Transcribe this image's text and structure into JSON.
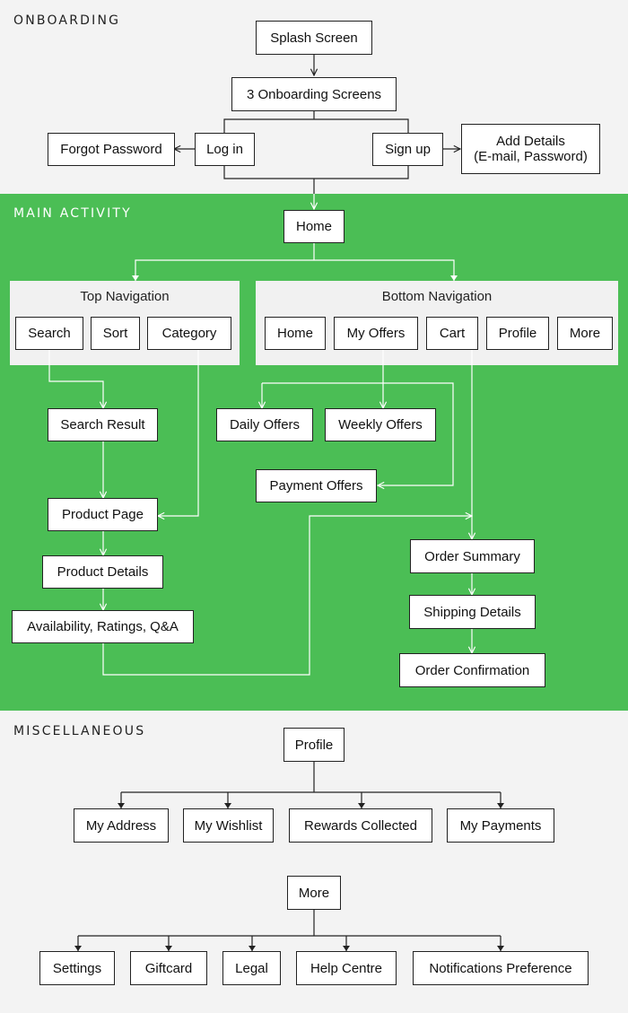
{
  "sections": {
    "onboarding": "ONBOARDING",
    "main_activity": "MAIN ACTIVITY",
    "miscellaneous": "MISCELLANEOUS"
  },
  "panels": {
    "top_navigation": "Top Navigation",
    "bottom_navigation": "Bottom Navigation"
  },
  "nodes": {
    "splash_screen": "Splash Screen",
    "onboarding_screens": "3 Onboarding Screens",
    "forgot_password": "Forgot Password",
    "log_in": "Log in",
    "sign_up": "Sign up",
    "add_details": "Add Details\n(E-mail, Password)",
    "home": "Home",
    "search": "Search",
    "sort": "Sort",
    "category": "Category",
    "nav_home": "Home",
    "my_offers": "My Offers",
    "cart": "Cart",
    "profile_tab": "Profile",
    "more_tab": "More",
    "search_result": "Search Result",
    "daily_offers": "Daily Offers",
    "weekly_offers": "Weekly Offers",
    "payment_offers": "Payment Offers",
    "product_page": "Product Page",
    "product_details": "Product Details",
    "availability": "Availability, Ratings, Q&A",
    "order_summary": "Order Summary",
    "shipping_details": "Shipping Details",
    "order_confirmation": "Order Confirmation",
    "profile": "Profile",
    "my_address": "My Address",
    "my_wishlist": "My Wishlist",
    "rewards_collected": "Rewards Collected",
    "my_payments": "My Payments",
    "more": "More",
    "settings": "Settings",
    "giftcard": "Giftcard",
    "legal": "Legal",
    "help_centre": "Help Centre",
    "notifications_preference": "Notifications Preference"
  },
  "colors": {
    "main_band": "#4bbe55",
    "light_band": "#f3f3f3",
    "line_dark": "#222222",
    "line_light": "#ffffff"
  }
}
